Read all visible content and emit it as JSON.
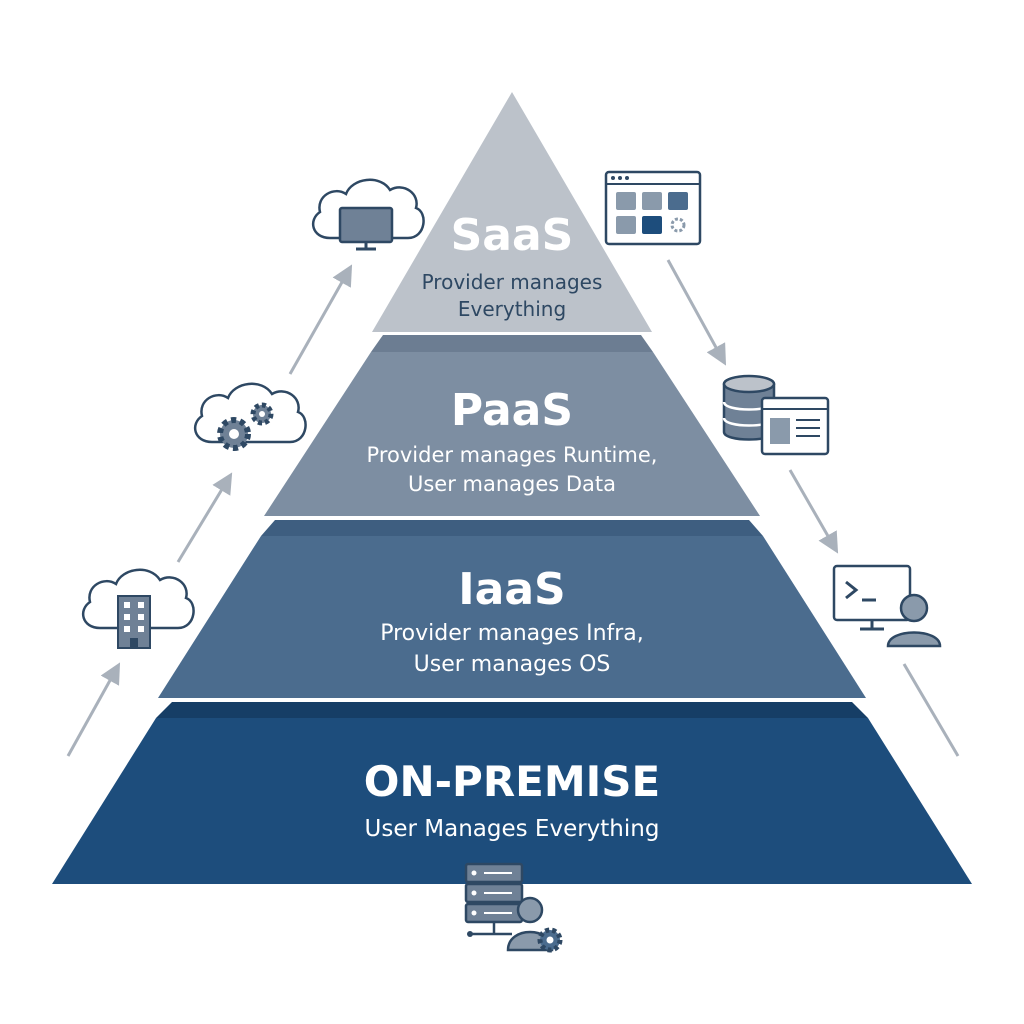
{
  "colors": {
    "saas": "#bcc2ca",
    "paas": "#7d8ea2",
    "iaas": "#4b6c8e",
    "onprem": "#1d4d7c",
    "icon_stroke": "#2e4863",
    "icon_fill": "#6f8196",
    "arrow": "#a9b1bb"
  },
  "tiers": {
    "saas": {
      "title": "SaaS",
      "line1": "Provider manages",
      "line2": "Everything"
    },
    "paas": {
      "title": "PaaS",
      "line1": "Provider manages Runtime,",
      "line2": "User manages Data"
    },
    "iaas": {
      "title": "IaaS",
      "line1": "Provider manages Infra,",
      "line2": "User manages OS"
    },
    "onprem": {
      "title": "ON-PREMISE",
      "line1": "User Manages Everything"
    }
  },
  "icons": {
    "left": [
      "cloud-building-icon",
      "cloud-gears-icon",
      "cloud-monitor-icon"
    ],
    "right": [
      "app-dashboard-icon",
      "database-window-icon",
      "terminal-user-icon"
    ],
    "bottom": "server-user-gear-icon"
  }
}
